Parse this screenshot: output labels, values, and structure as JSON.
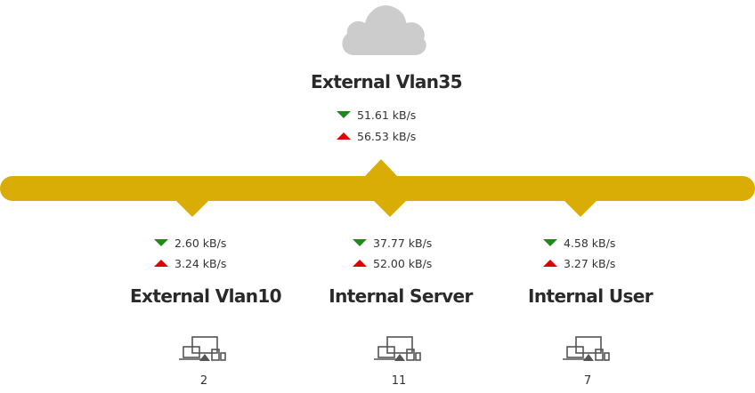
{
  "wan": {
    "name": "External Vlan35",
    "download": "51.61 kB/s",
    "upload": "56.53 kB/s",
    "icon": "cloud-icon"
  },
  "colors": {
    "bus": "#d9ad05",
    "cloud": "#cccccc",
    "download_arrow": "#1e8a1e",
    "upload_arrow": "#e00000"
  },
  "networks": [
    {
      "name": "External Vlan10",
      "download": "2.60 kB/s",
      "upload": "3.24 kB/s",
      "device_count": "2",
      "icon": "devices-icon"
    },
    {
      "name": "Internal Server",
      "download": "37.77 kB/s",
      "upload": "52.00 kB/s",
      "device_count": "11",
      "icon": "devices-icon"
    },
    {
      "name": "Internal User",
      "download": "4.58 kB/s",
      "upload": "3.27 kB/s",
      "device_count": "7",
      "icon": "devices-icon"
    }
  ]
}
